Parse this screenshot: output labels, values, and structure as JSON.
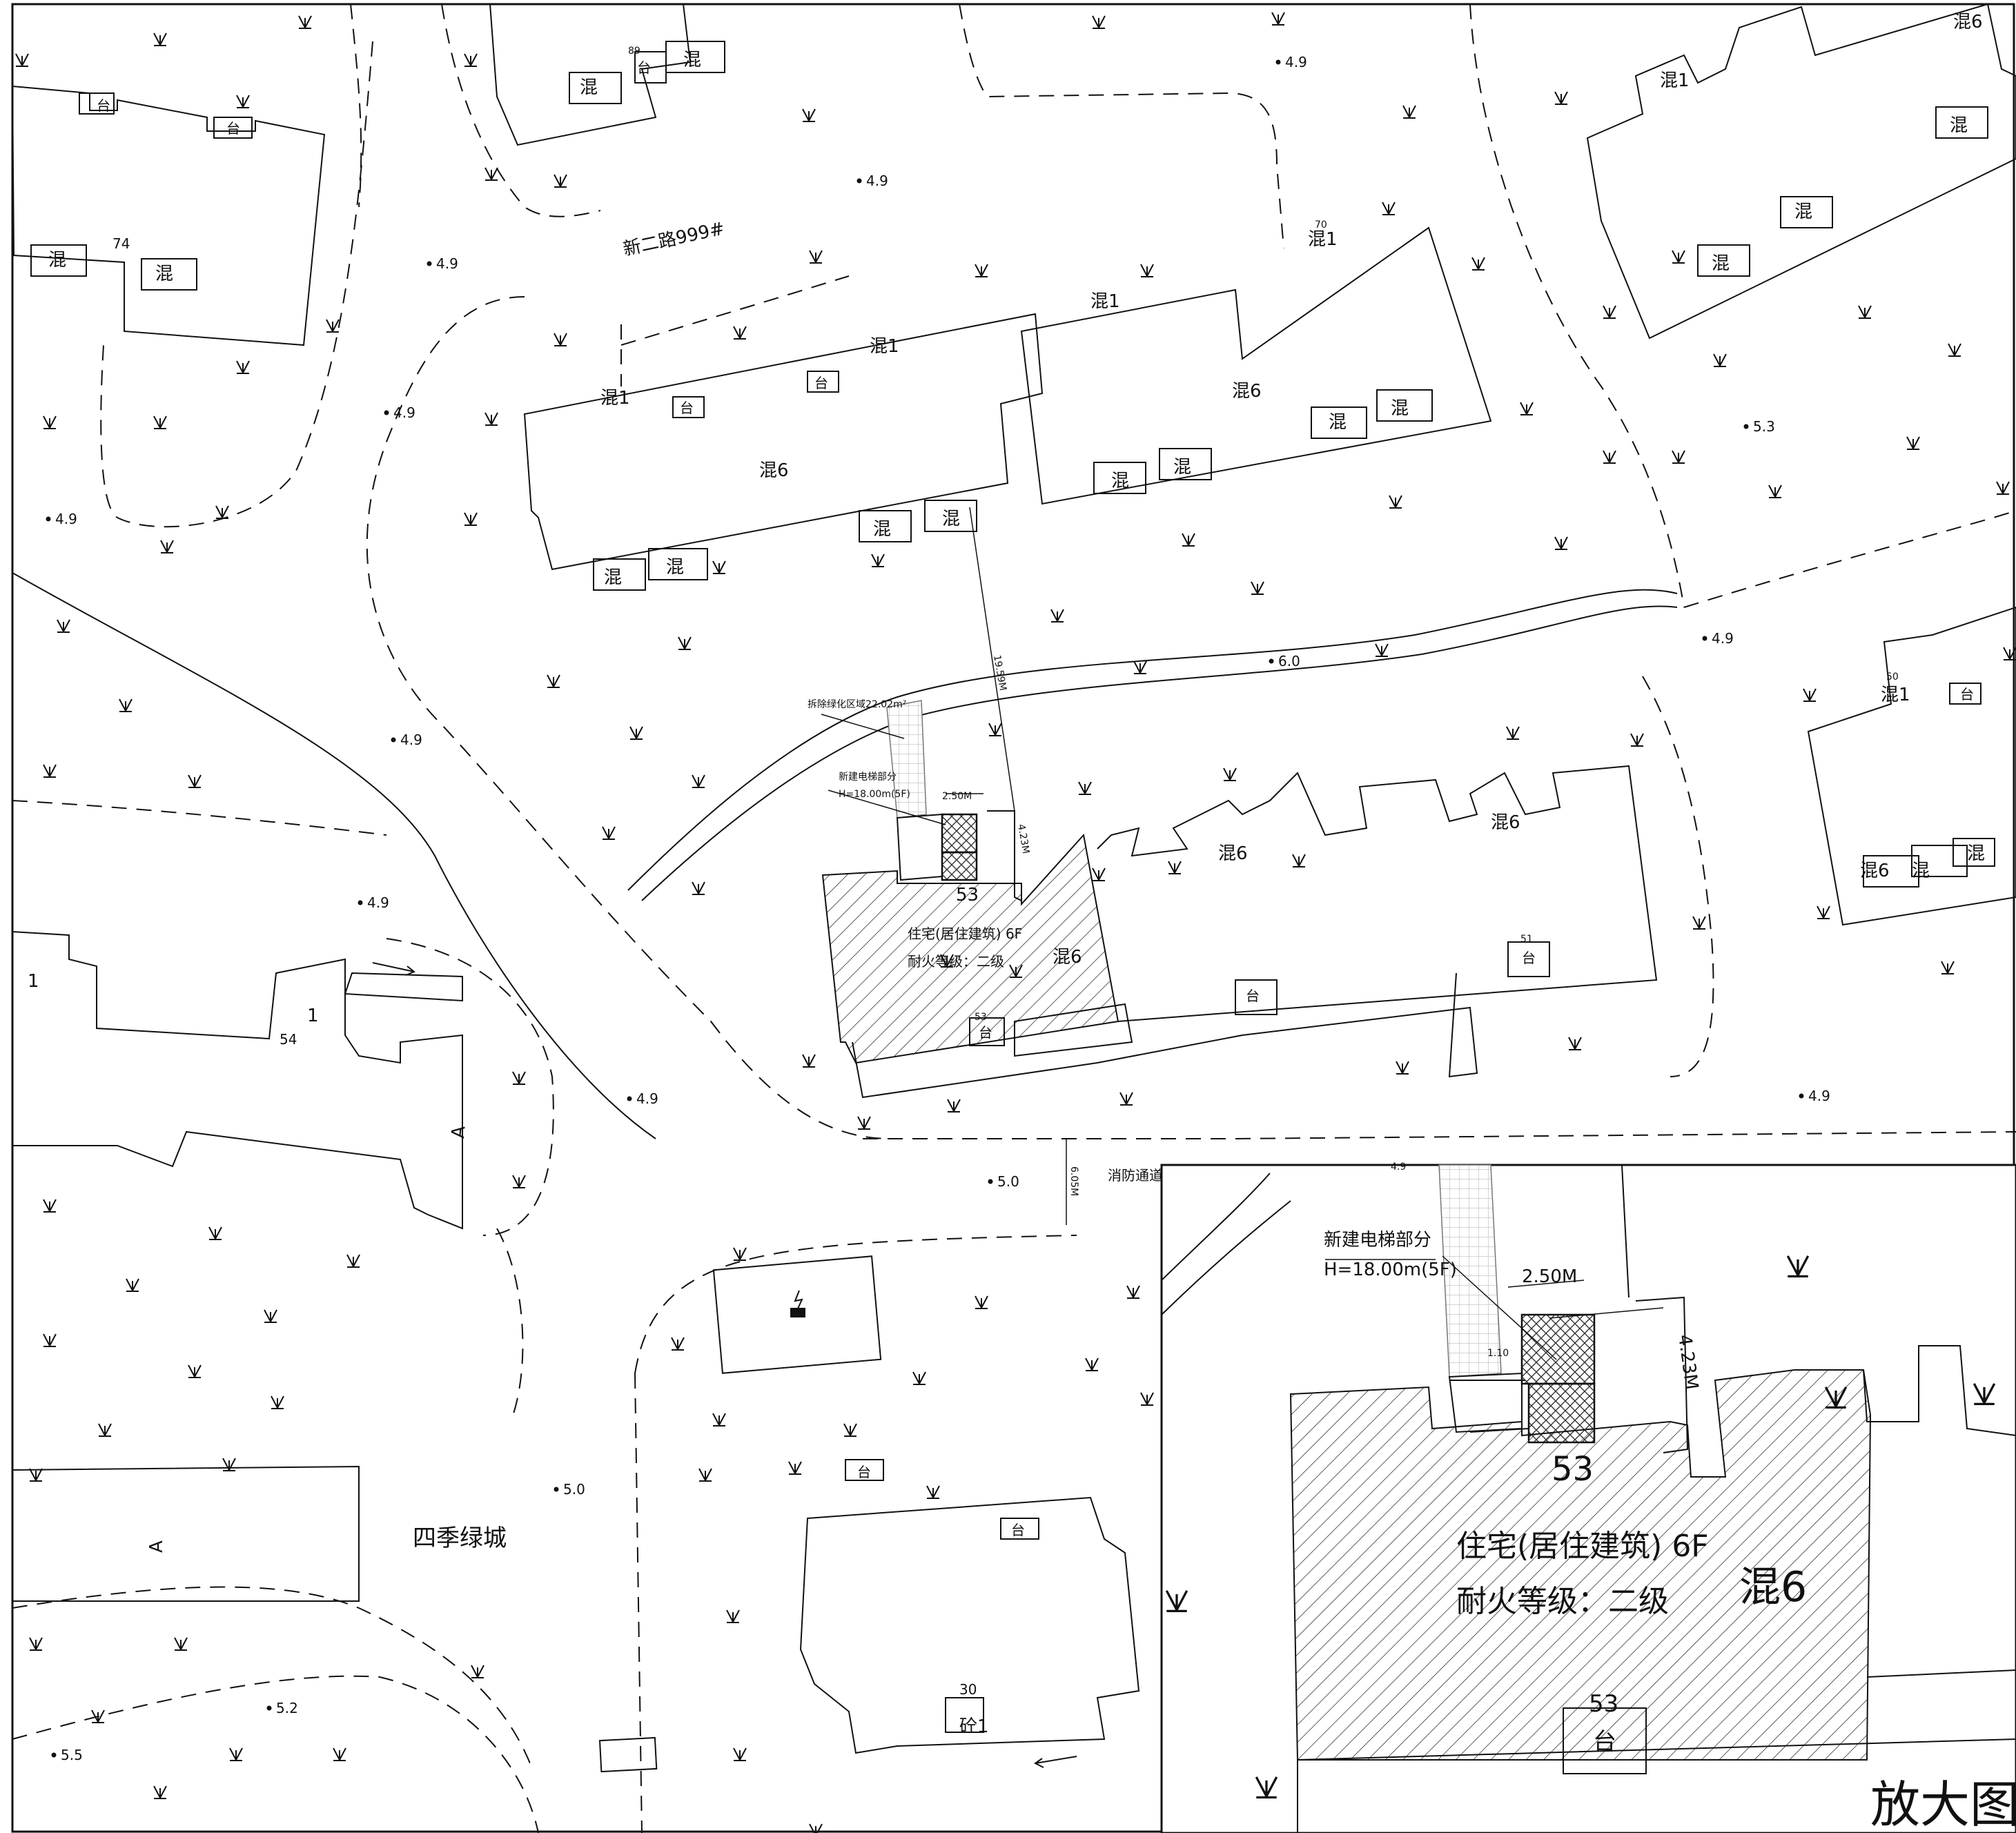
{
  "road_name": "新二路999#",
  "community_name": "四季绿城",
  "fire_lane": "消防通道",
  "demolish_note": "拆除绿化区域22.02m²",
  "elevator_note": {
    "title": "新建电梯部分",
    "height": "H=18.00m(5F)"
  },
  "dims": {
    "width": "2.50M",
    "offset": "4.23M",
    "setback": "19.59M",
    "lane_width": "6.05M"
  },
  "target_building": {
    "number": "53",
    "use": "住宅(居住建筑) 6F",
    "fire_rating": "耐火等级：二级",
    "structure": "混6",
    "balcony": "台"
  },
  "structure_labels": {
    "mixed6": "混6",
    "mixed1": "混1",
    "mixed": "混",
    "concrete1": "砼1",
    "one": "1",
    "a": "A"
  },
  "numbers": {
    "n74": "74",
    "n89": "89",
    "n70": "70",
    "n50": "50",
    "n51": "51",
    "n54": "54",
    "n30": "30"
  },
  "elevations": [
    "4.9",
    "4.9",
    "4.9",
    "4.9",
    "4.9",
    "4.9",
    "4.9",
    "4.9",
    "4.9",
    "4.9",
    "5.3",
    "6.0",
    "5.0",
    "5.0",
    "5.2",
    "5.5"
  ],
  "inset": {
    "title": "放大图",
    "elevator_title": "新建电梯部分",
    "elevator_height": "H=18.00m(5F)",
    "width": "2.50M",
    "offset": "4.23M",
    "number": "53",
    "use": "住宅(居住建筑) 6F",
    "fire_rating": "耐火等级：二级",
    "structure": "混6",
    "balcony": "台",
    "small_dim": "1.10",
    "elev_label": "4.9"
  },
  "colors": {
    "ink": "#111111",
    "paper": "#ffffff",
    "hatch": "#333333"
  }
}
